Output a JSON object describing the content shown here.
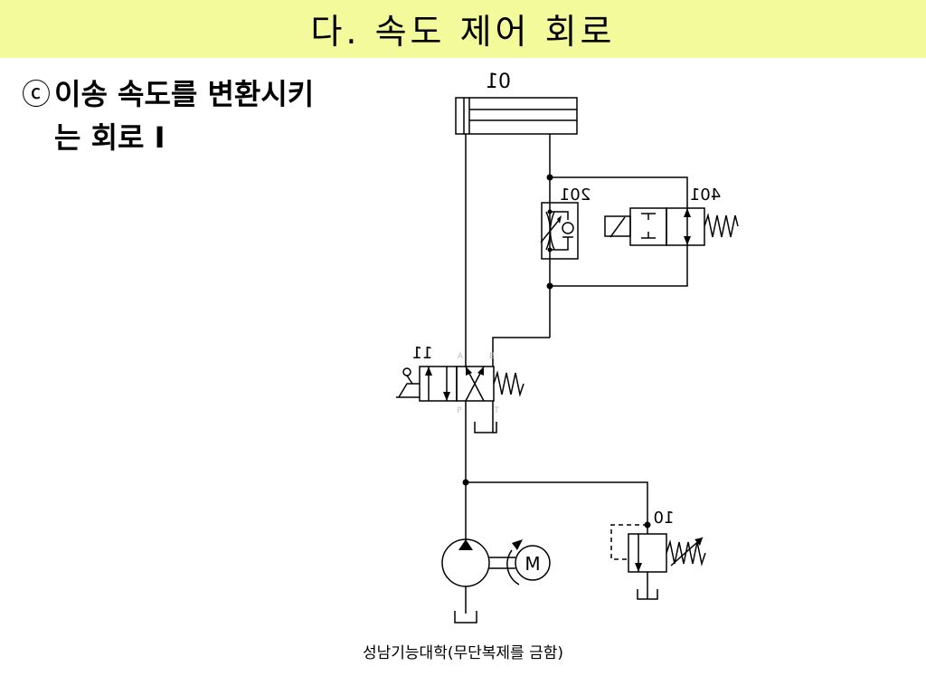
{
  "title": "다. 속도 제어 회로",
  "subtitle": {
    "bullet": "ⓒ",
    "line1": "이송 속도를 변환시키",
    "line2": "는 회로 Ⅰ"
  },
  "labels": {
    "cylinder": "01",
    "flow_control": "201",
    "solenoid_valve": "401",
    "directional_valve": "11",
    "relief_valve": "10",
    "port_a": "A",
    "port_b": "B",
    "port_p": "P",
    "port_t": "T",
    "motor": "M"
  },
  "footer": "성남기능대학(무단복제를 금함)",
  "colors": {
    "title_bg": "#f3fa9c",
    "line": "#000000"
  }
}
